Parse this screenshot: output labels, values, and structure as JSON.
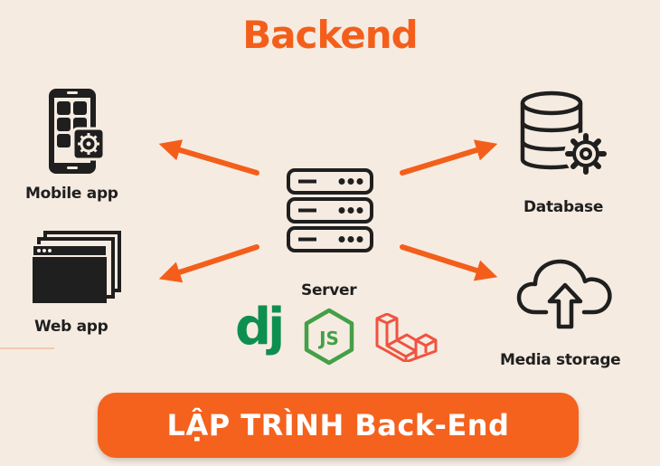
{
  "title": "Backend",
  "nodes": {
    "mobile_app": "Mobile app",
    "web_app": "Web app",
    "server": "Server",
    "database": "Database",
    "media_storage": "Media storage"
  },
  "frameworks": [
    "django-logo",
    "nodejs-logo",
    "laravel-logo"
  ],
  "django_text": "dj",
  "node_text": "JS",
  "banner": "LẬP TRÌNH Back-End",
  "colors": {
    "accent": "#f35f1b",
    "background": "#f6ebe1",
    "icon": "#1f1f1f",
    "django": "#0c8f4f",
    "node": "#43a047",
    "laravel": "#f05340"
  }
}
